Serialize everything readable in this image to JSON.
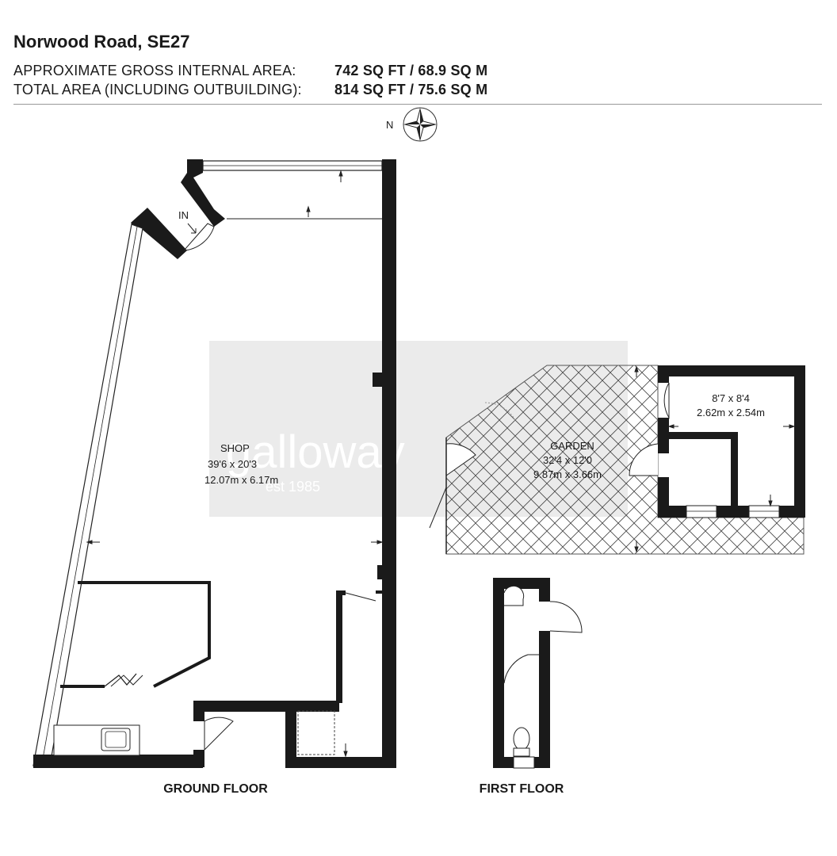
{
  "header": {
    "title": "Norwood Road, SE27",
    "gross_label": "APPROXIMATE GROSS INTERNAL AREA:",
    "gross_value": "742 SQ FT / 68.9 SQ M",
    "total_label": "TOTAL AREA (INCLUDING OUTBUILDING):",
    "total_value": "814 SQ FT / 75.6 SQ M"
  },
  "compass": {
    "label": "N"
  },
  "entrance": {
    "label": "IN"
  },
  "rooms": {
    "shop": {
      "name": "SHOP",
      "imperial": "39'6 x 20'3",
      "metric": "12.07m x 6.17m"
    },
    "garden": {
      "name": "GARDEN",
      "imperial": "32'4 x 12'0",
      "metric": "9.87m x 3.66m"
    },
    "outbuilding": {
      "imperial": "8'7 x 8'4",
      "metric": "2.62m x 2.54m"
    }
  },
  "floors": {
    "ground": "GROUND FLOOR",
    "first": "FIRST FLOOR"
  },
  "watermark": {
    "name": "galloway",
    "since": "est 1985"
  },
  "colors": {
    "wall": "#1a1a1a",
    "watermark_bg": "#e6e6e6",
    "hatch": "#444444"
  }
}
